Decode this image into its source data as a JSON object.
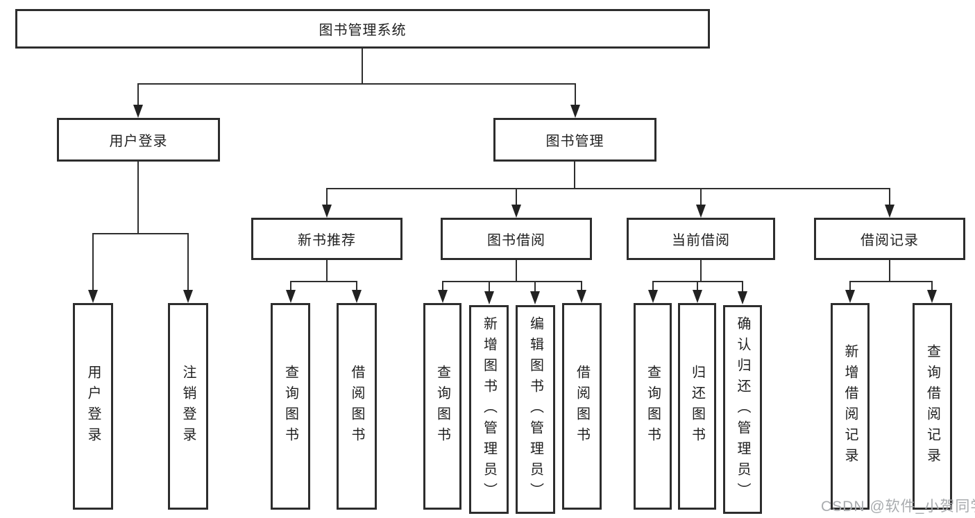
{
  "tree": {
    "root": {
      "label": "图书管理系统"
    },
    "branches": [
      {
        "label": "用户登录",
        "children": [
          {
            "label": "用户登录"
          },
          {
            "label": "注销登录"
          }
        ]
      },
      {
        "label": "图书管理",
        "children": [
          {
            "label": "新书推荐",
            "children": [
              {
                "label": "查询图书"
              },
              {
                "label": "借阅图书"
              }
            ]
          },
          {
            "label": "图书借阅",
            "children": [
              {
                "label": "查询图书"
              },
              {
                "label": "新增图书（管理员）"
              },
              {
                "label": "编辑图书（管理员）"
              },
              {
                "label": "借阅图书"
              }
            ]
          },
          {
            "label": "当前借阅",
            "children": [
              {
                "label": "查询图书"
              },
              {
                "label": "归还图书"
              },
              {
                "label": "确认归还（管理员）"
              }
            ]
          },
          {
            "label": "借阅记录",
            "children": [
              {
                "label": "新增借阅记录"
              },
              {
                "label": "查询借阅记录"
              }
            ]
          }
        ]
      }
    ]
  },
  "watermark": {
    "text": "CSDN @软件_小贺同学"
  },
  "colors": {
    "line": "#2e2e2e",
    "box_border": "#2d2d2d",
    "box_fill": "#ffffff",
    "text": "#1f1f1f",
    "watermark": "#a8abae",
    "background": "#ffffff"
  }
}
